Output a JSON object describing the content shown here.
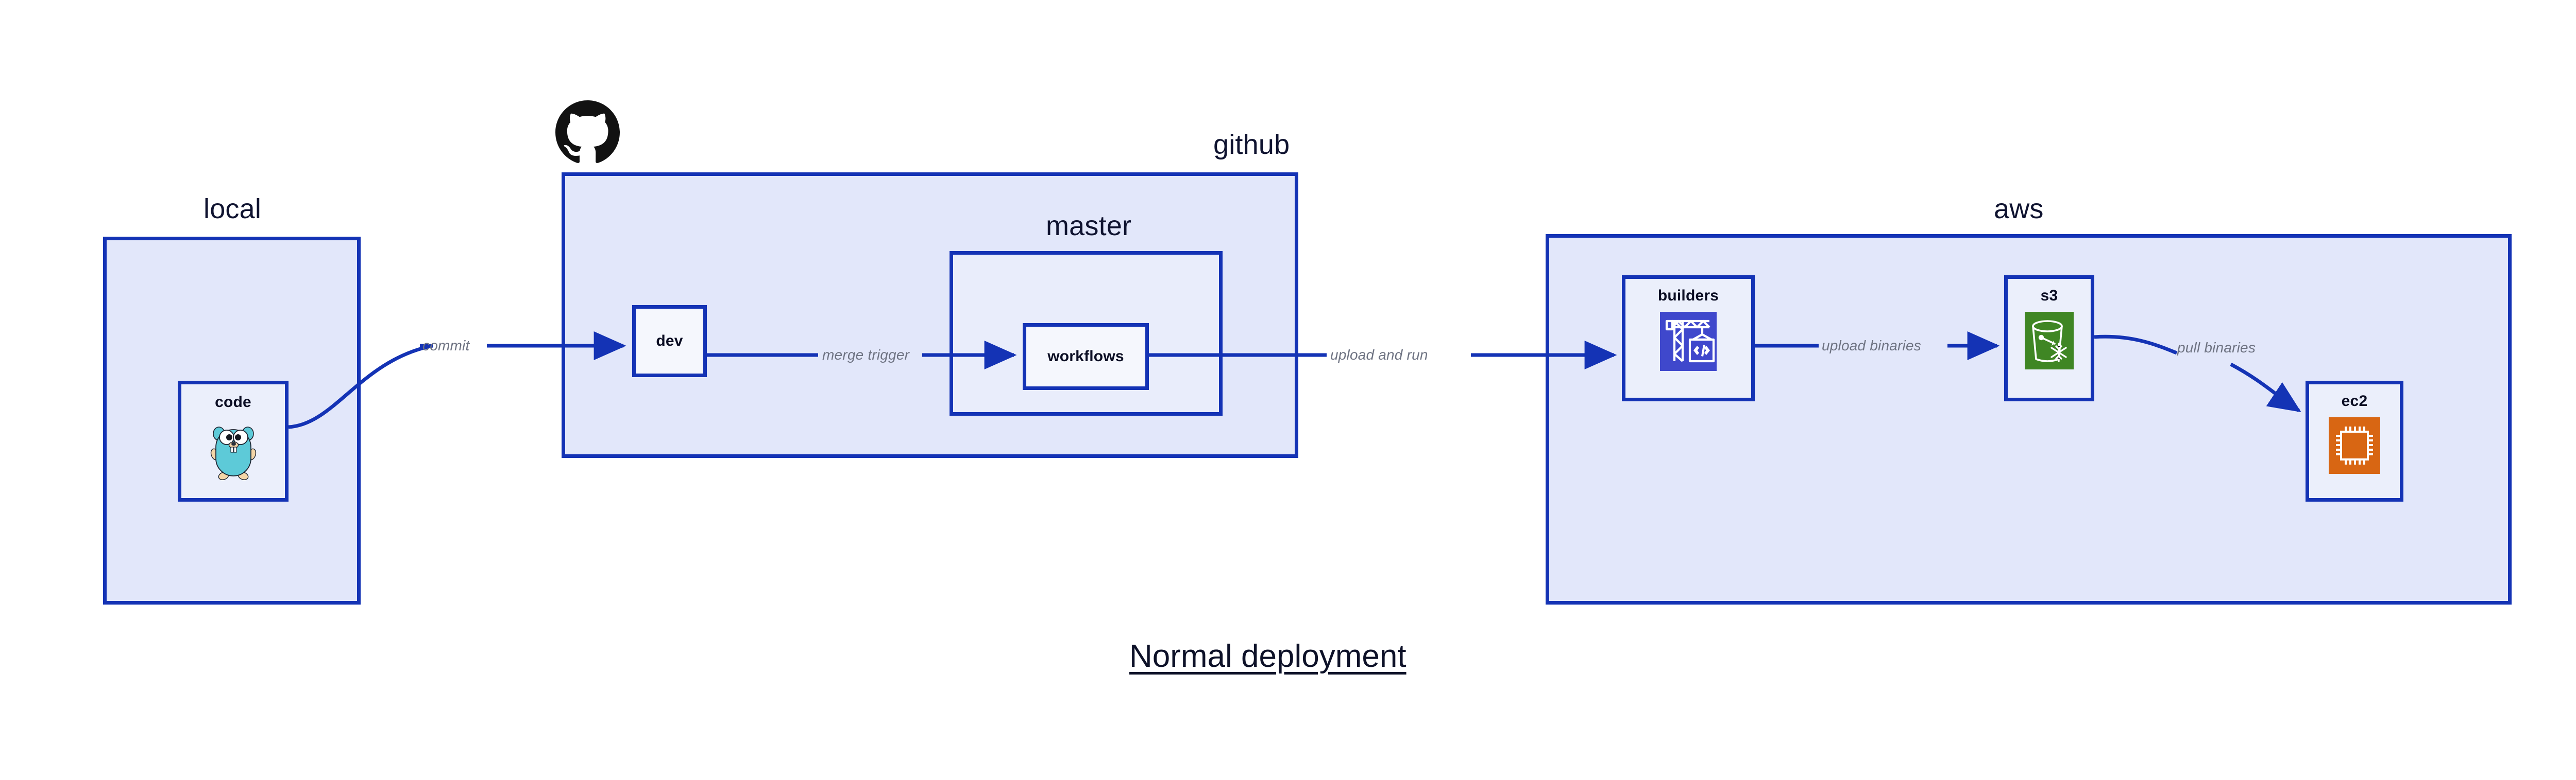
{
  "diagram": {
    "title": "Normal deployment",
    "accent_border": "#1433B5",
    "zone_fill": "#E2E7FA",
    "node_fill": "#EBEFFB",
    "edge_label_color": "#6E7382"
  },
  "zones": [
    {
      "id": "local",
      "label": "local"
    },
    {
      "id": "github",
      "label": "github"
    },
    {
      "id": "aws",
      "label": "aws"
    }
  ],
  "subzones": [
    {
      "id": "master",
      "label": "master"
    }
  ],
  "nodes": [
    {
      "id": "code",
      "label": "code",
      "icon": "go-gopher-icon",
      "zone": "local"
    },
    {
      "id": "dev",
      "label": "dev",
      "icon": "none",
      "zone": "github"
    },
    {
      "id": "workflows",
      "label": "workflows",
      "icon": "none",
      "zone": "master"
    },
    {
      "id": "builders",
      "label": "builders",
      "icon": "aws-codebuild-icon",
      "zone": "aws",
      "icon_color": "#3F48CC"
    },
    {
      "id": "s3",
      "label": "s3",
      "icon": "aws-s3-glacier-icon",
      "zone": "aws",
      "icon_color": "#3F8624"
    },
    {
      "id": "ec2",
      "label": "ec2",
      "icon": "aws-ec2-icon",
      "zone": "aws",
      "icon_color": "#D86613"
    }
  ],
  "edges": [
    {
      "id": "commit",
      "label": "commit",
      "from": "code",
      "to": "dev"
    },
    {
      "id": "merge-trigger",
      "label": "merge trigger",
      "from": "dev",
      "to": "workflows"
    },
    {
      "id": "upload-and-run",
      "label": "upload and run",
      "from": "workflows",
      "to": "builders"
    },
    {
      "id": "upload-binaries",
      "label": "upload binaries",
      "from": "builders",
      "to": "s3"
    },
    {
      "id": "pull-binaries",
      "label": "pull binaries",
      "from": "s3",
      "to": "ec2"
    }
  ],
  "logos": [
    {
      "id": "github-logo",
      "name": "github-octocat-icon",
      "color": "#121212"
    }
  ]
}
